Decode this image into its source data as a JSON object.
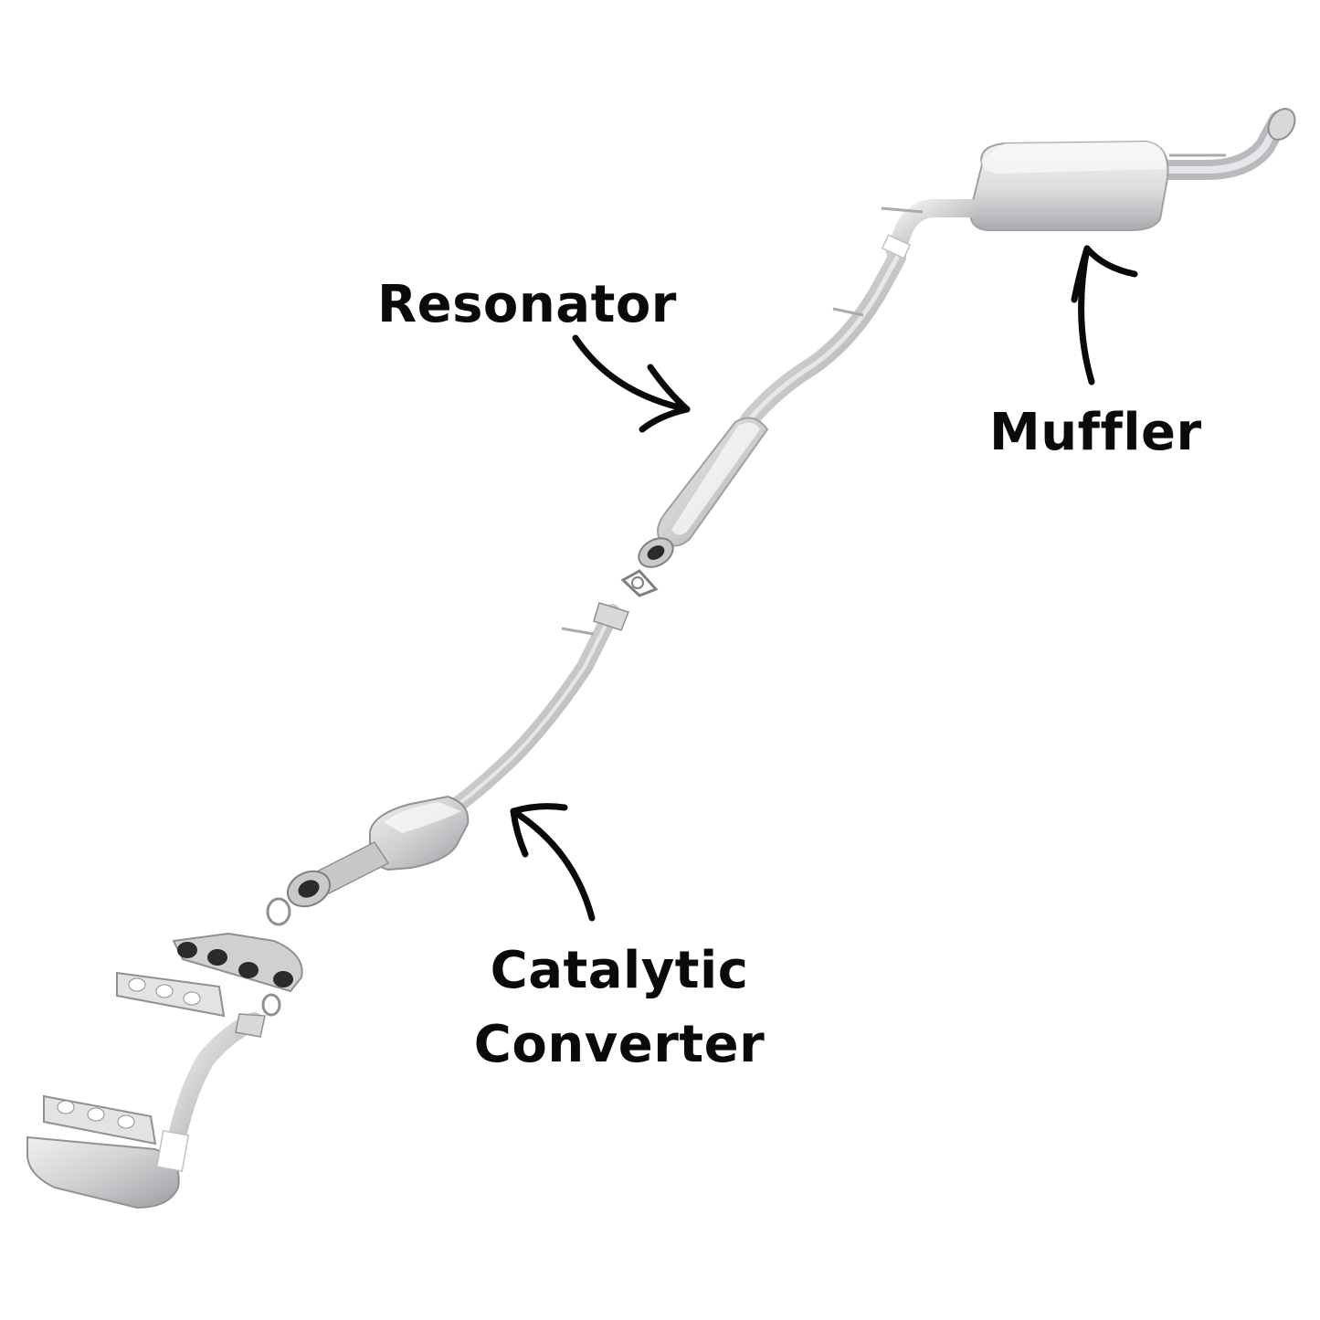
{
  "labels": {
    "resonator": "Resonator",
    "muffler": "Muffler",
    "catalytic_line1": "Catalytic",
    "catalytic_line2": "Converter"
  },
  "colors": {
    "pipe_light": "#e9e9ea",
    "pipe_mid": "#c6c7c9",
    "pipe_dark": "#8e9093",
    "arrow": "#0a0a0a",
    "text": "#0a0a0a"
  }
}
